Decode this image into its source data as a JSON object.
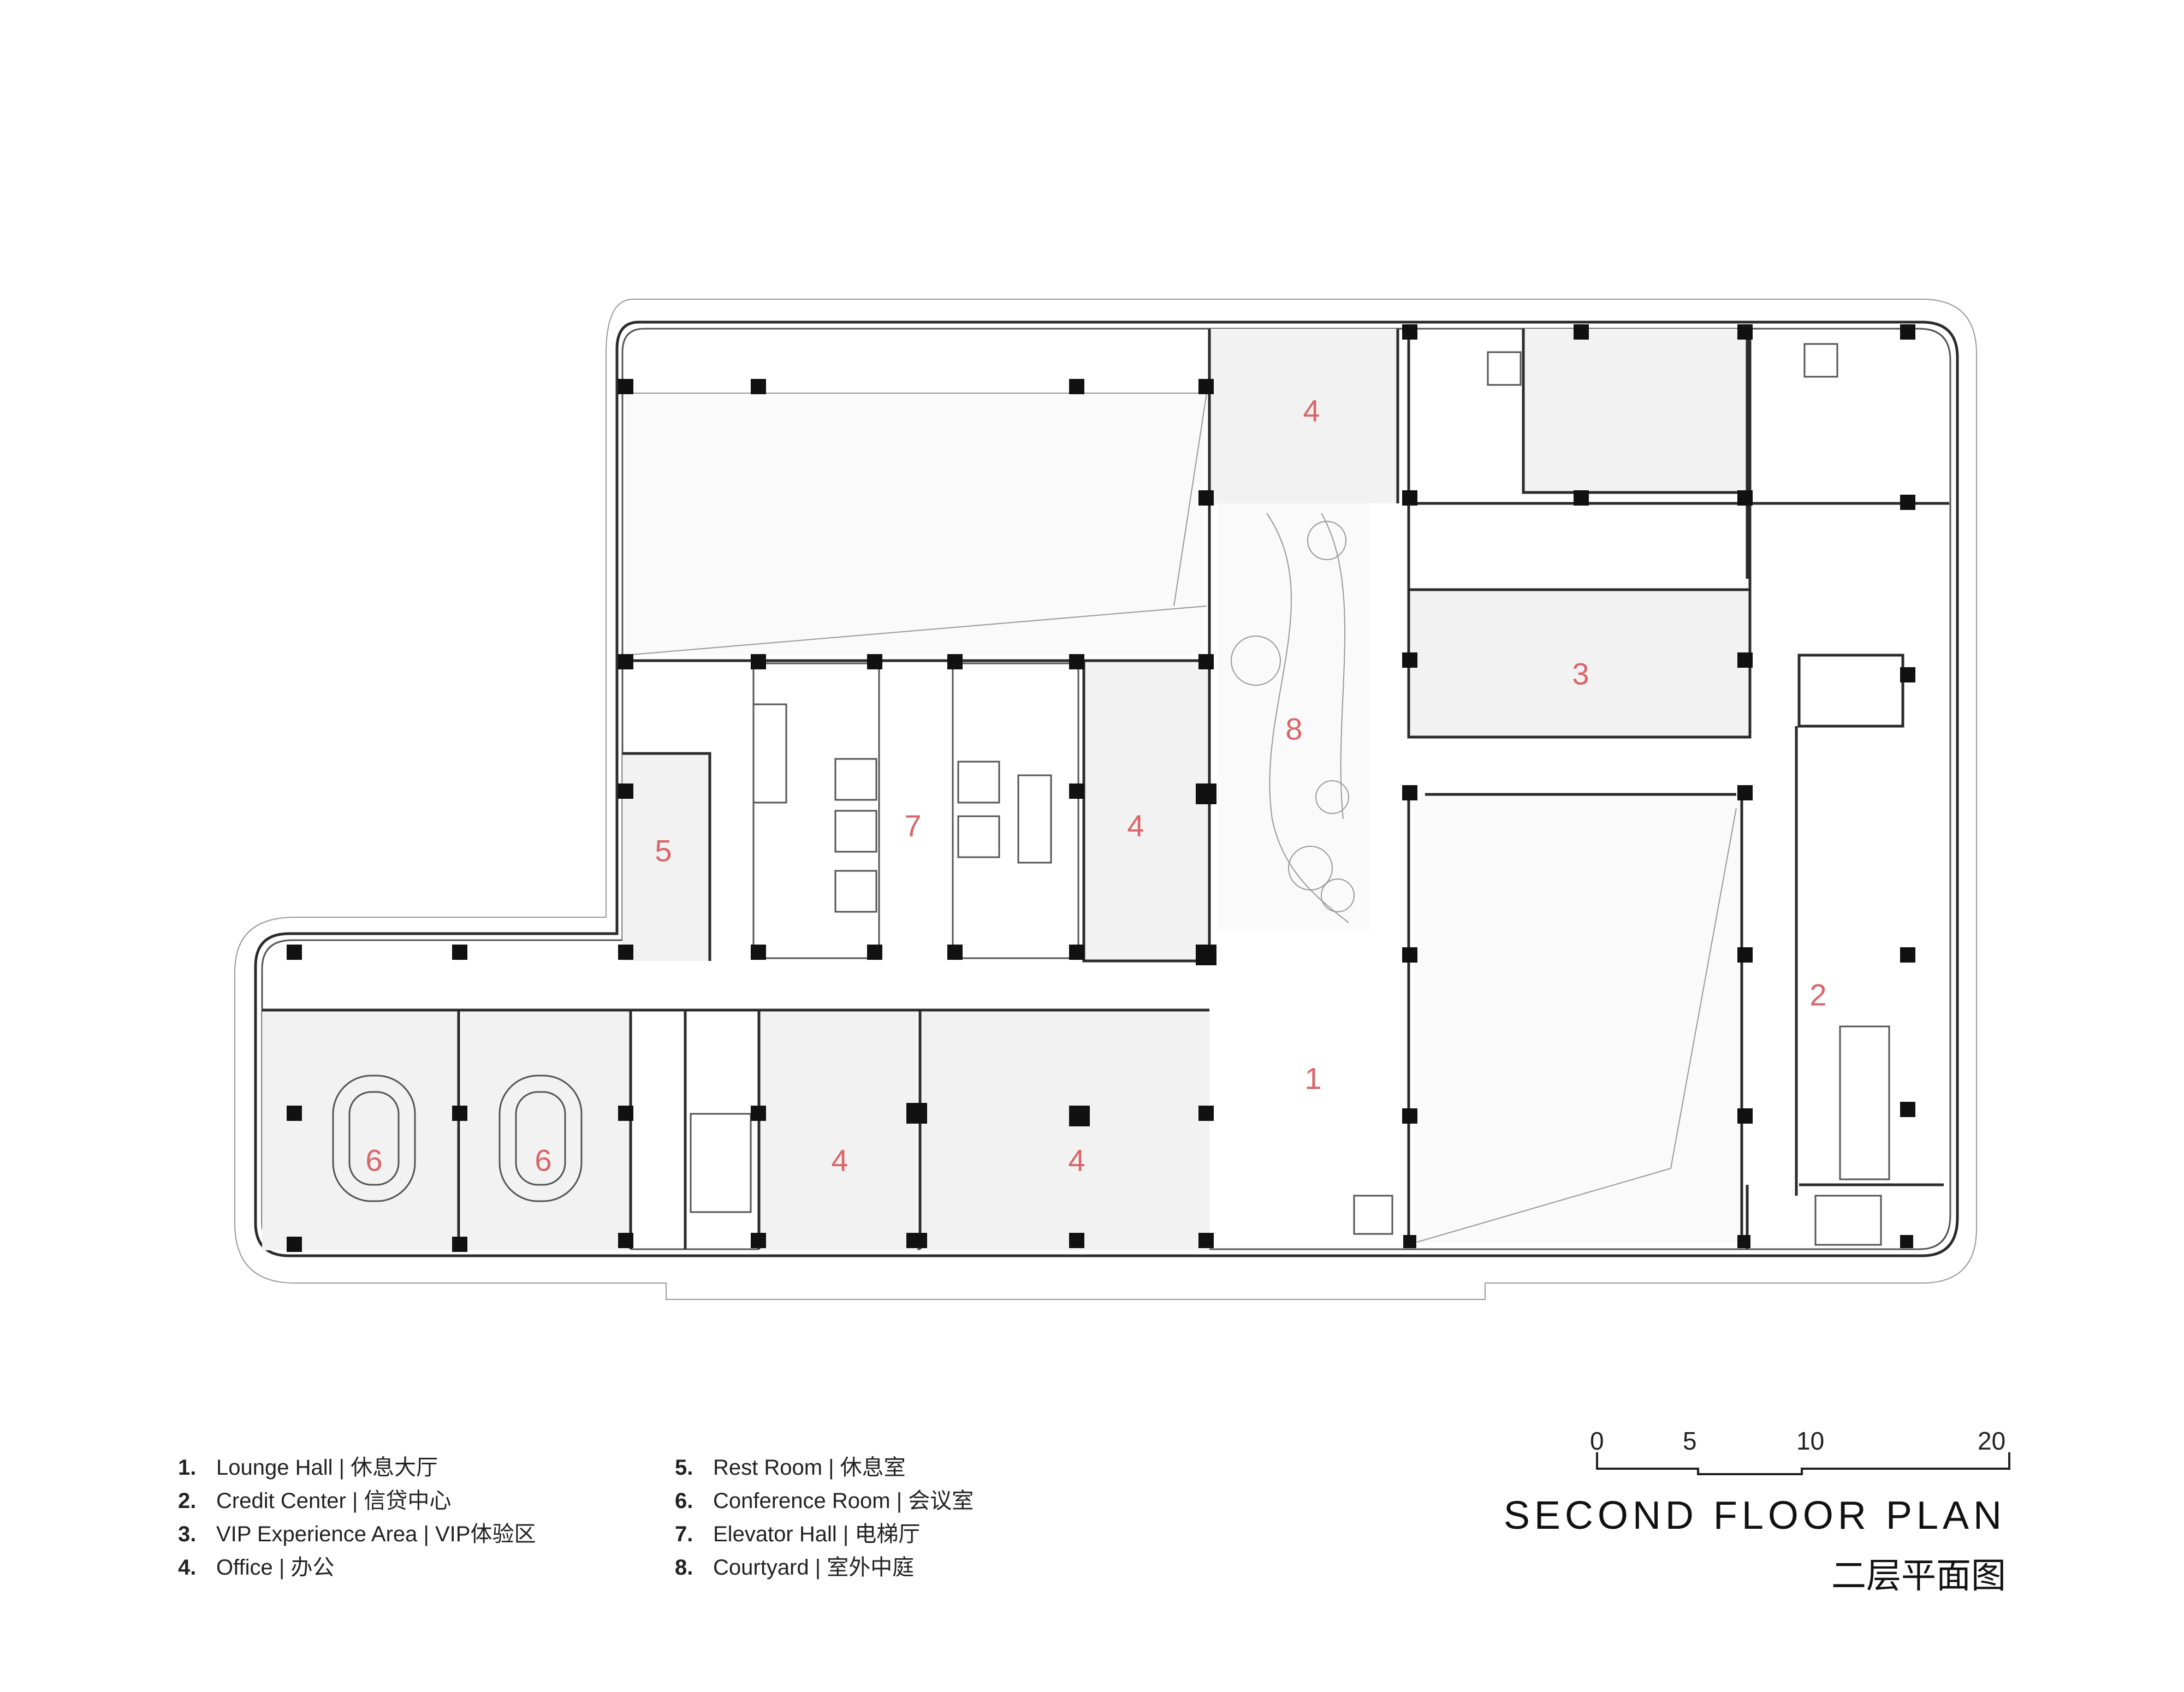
{
  "rooms": [
    {
      "num": "1"
    },
    {
      "num": "2"
    },
    {
      "num": "3"
    },
    {
      "num": "4"
    },
    {
      "num": "5"
    },
    {
      "num": "6"
    },
    {
      "num": "7"
    },
    {
      "num": "8"
    }
  ],
  "legend": {
    "col1": [
      {
        "num": "1.",
        "text": "Lounge Hall  |  休息大厅"
      },
      {
        "num": "2.",
        "text": "Credit Center  |  信贷中心"
      },
      {
        "num": "3.",
        "text": "VIP Experience Area  |  VIP体验区"
      },
      {
        "num": "4.",
        "text": "Office  |  办公"
      }
    ],
    "col2": [
      {
        "num": "5.",
        "text": "Rest Room  |  休息室"
      },
      {
        "num": "6.",
        "text": "Conference Room  |  会议室"
      },
      {
        "num": "7.",
        "text": "Elevator Hall  |  电梯厅"
      },
      {
        "num": "8.",
        "text": "Courtyard  |  室外中庭"
      }
    ]
  },
  "scale": {
    "ticks": [
      "0",
      "5",
      "10",
      "20"
    ]
  },
  "title": {
    "en": "SECOND FLOOR PLAN",
    "zh": "二层平面图"
  }
}
